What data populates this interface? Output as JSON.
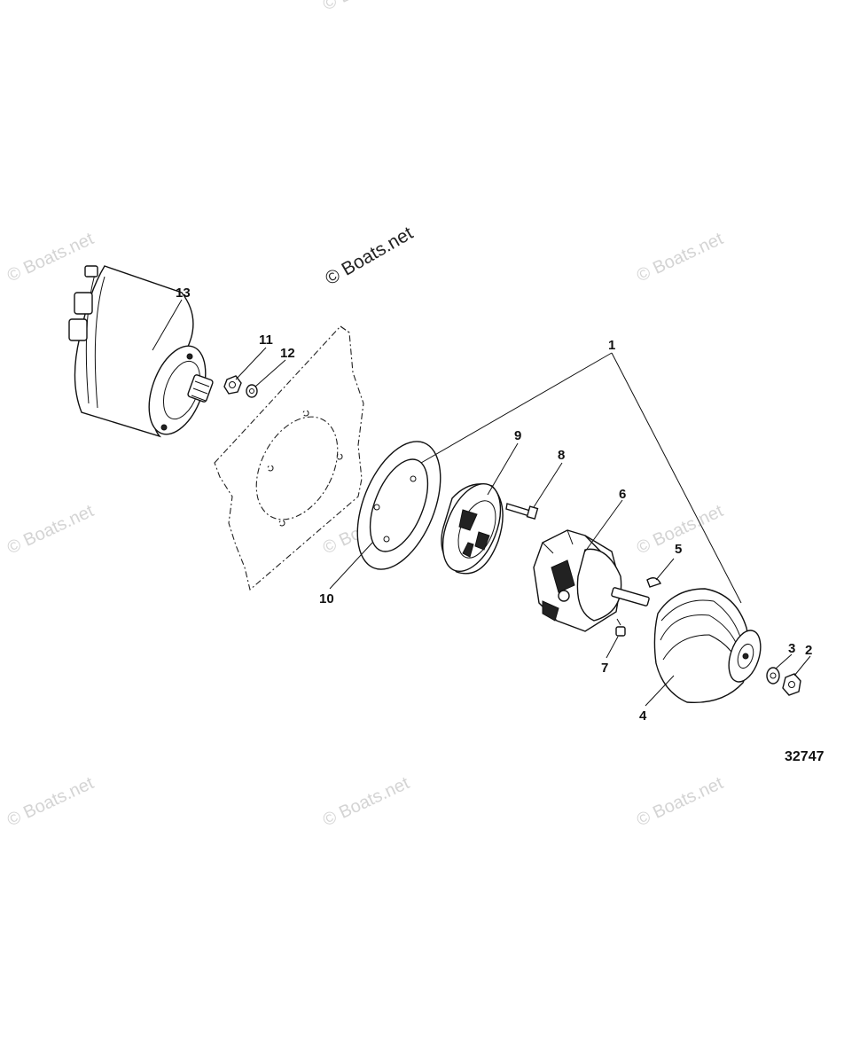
{
  "watermarks": {
    "main": "© Boats.net",
    "tiles": [
      "© Boats.net",
      "© Boats.net",
      "© Boats.net",
      "© Boats.net",
      "© Boats.net",
      "© Boats.net",
      "© Boats.net",
      "© Boats.net",
      "© Boats.net"
    ]
  },
  "callouts": [
    "1",
    "2",
    "3",
    "4",
    "5",
    "6",
    "7",
    "8",
    "9",
    "10",
    "11",
    "12",
    "13"
  ],
  "figure_number": "32747"
}
